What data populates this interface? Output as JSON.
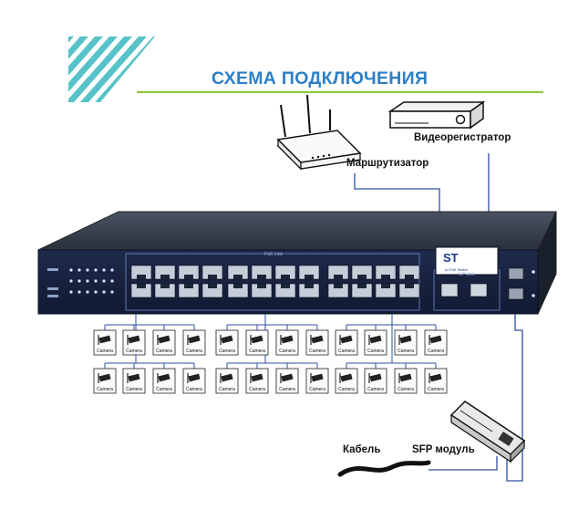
{
  "title": "СХЕМА ПОДКЛЮЧЕНИЯ",
  "devices": {
    "router_label": "Маршрутизатор",
    "recorder_label": "Видеорегистратор",
    "cable_label": "Кабель",
    "sfp_label": "SFP модуль"
  },
  "switch": {
    "brand": "ST",
    "model": "AI PoE Switch",
    "poe_link_label": "PoE Link",
    "up_link_label": "UP Link",
    "camera_label": "Camera"
  },
  "colors": {
    "title": "#2f7fc6",
    "accent_line": "#8dc63f",
    "stripes": "#57c3c9",
    "link_line": "#2f4fa0"
  }
}
